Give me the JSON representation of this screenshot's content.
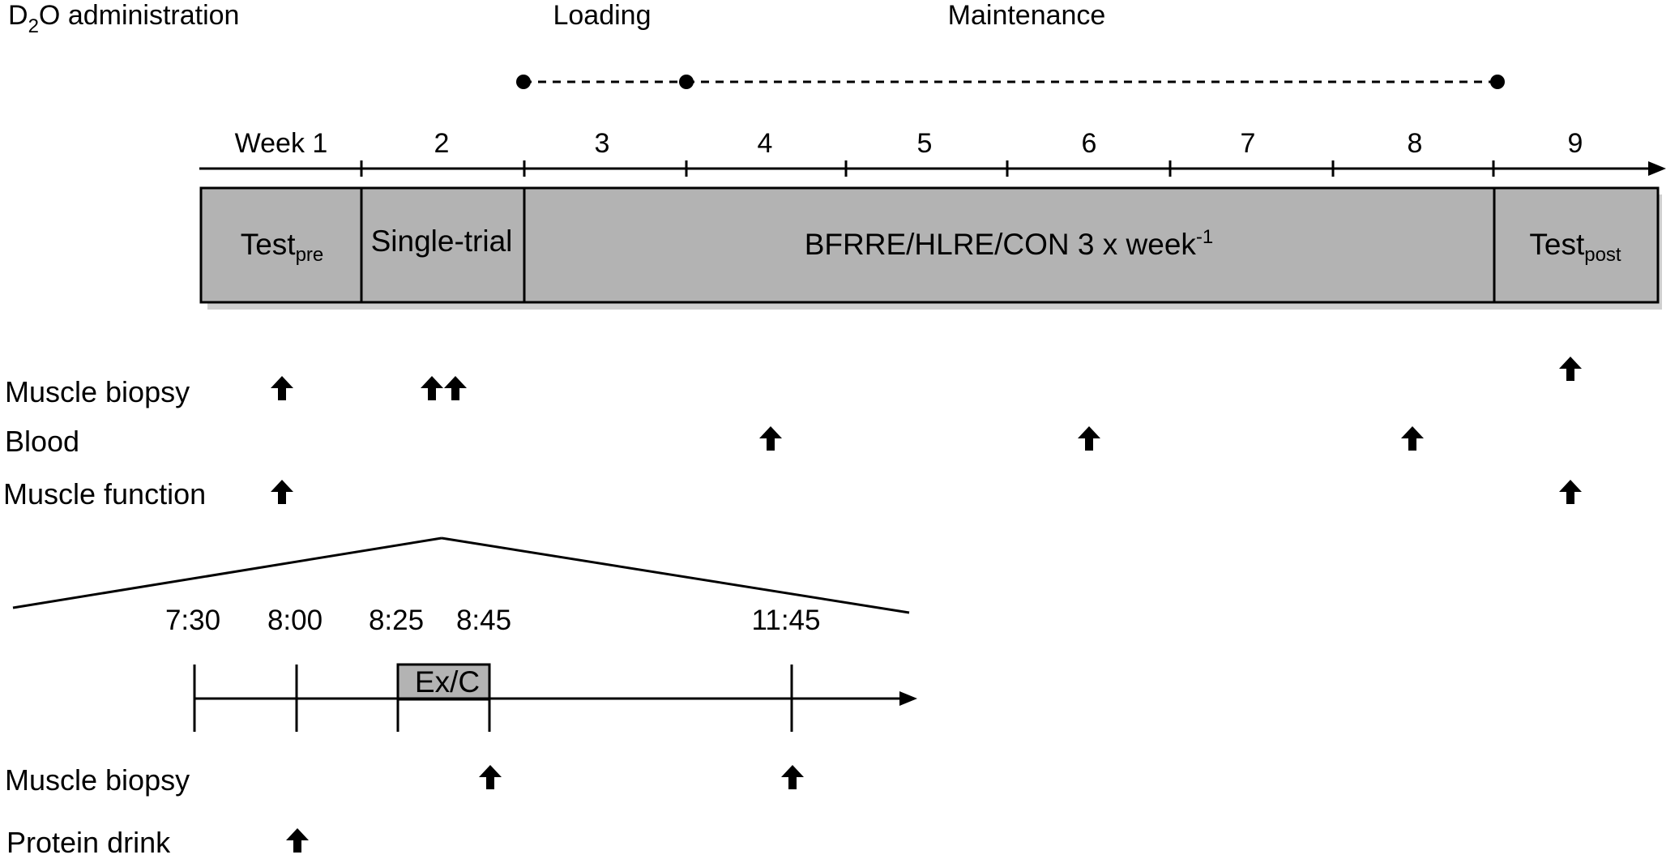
{
  "colors": {
    "box_fill": "#b3b3b3",
    "shadow": "#9a9a9a",
    "ink": "#000000"
  },
  "d2o": {
    "main": "D",
    "sub": "2",
    "rest": "O administration"
  },
  "phases": {
    "loading": "Loading",
    "maintenance": "Maintenance"
  },
  "weeks": [
    "Week 1",
    "2",
    "3",
    "4",
    "5",
    "6",
    "7",
    "8",
    "9"
  ],
  "boxes": {
    "test_pre": {
      "main": "Test",
      "sub": "pre"
    },
    "single_trial": "Single-trial",
    "training": {
      "main": "BFRRE/HLRE/CON 3 x week",
      "sup": "-1"
    },
    "test_post": {
      "main": "Test",
      "sub": "post"
    }
  },
  "rows_top": [
    {
      "label": "Muscle biopsy",
      "arrow_weeks": [
        1,
        2,
        2,
        9
      ]
    },
    {
      "label": "Blood",
      "arrow_weeks": [
        4,
        6,
        8
      ]
    },
    {
      "label": "Muscle function",
      "arrow_weeks": [
        1,
        9
      ]
    }
  ],
  "times": [
    "7:30",
    "8:00",
    "8:25",
    "8:45",
    "11:45"
  ],
  "exercise_box": "Ex/C",
  "rows_bottom": [
    {
      "label": "Muscle biopsy",
      "arrow_times": [
        "8:45",
        "11:45"
      ]
    },
    {
      "label": "Protein drink",
      "arrow_times": [
        "8:00"
      ]
    }
  ],
  "icon": "up-arrow-icon"
}
